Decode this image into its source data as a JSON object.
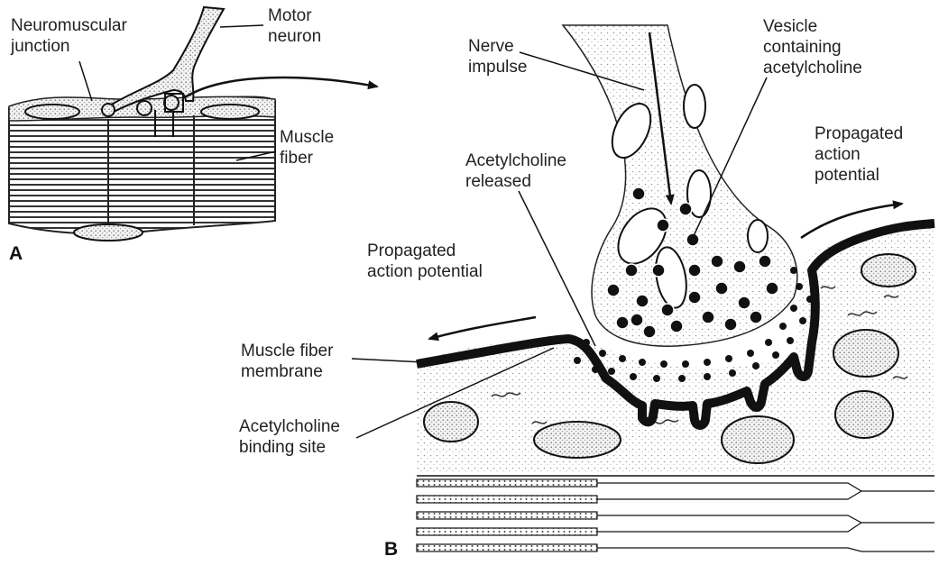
{
  "panel_a": {
    "letter": "A",
    "labels": {
      "neuromuscular_junction": "Neuromuscular\njunction",
      "motor_neuron": "Motor\nneuron",
      "muscle_fiber": "Muscle\nfiber"
    }
  },
  "panel_b": {
    "letter": "B",
    "labels": {
      "nerve_impulse": "Nerve\nimpulse",
      "vesicle": "Vesicle\ncontaining\nacetylcholine",
      "ach_released": "Acetylcholine\nreleased",
      "propagated_right": "Propagated\naction\npotential",
      "propagated_left": "Propagated\naction potential",
      "membrane": "Muscle fiber\nmembrane",
      "binding_site": "Acetylcholine\nbinding site"
    }
  },
  "colors": {
    "ink": "#111111",
    "stipple": "#bdbdbd",
    "text": "#222222"
  }
}
